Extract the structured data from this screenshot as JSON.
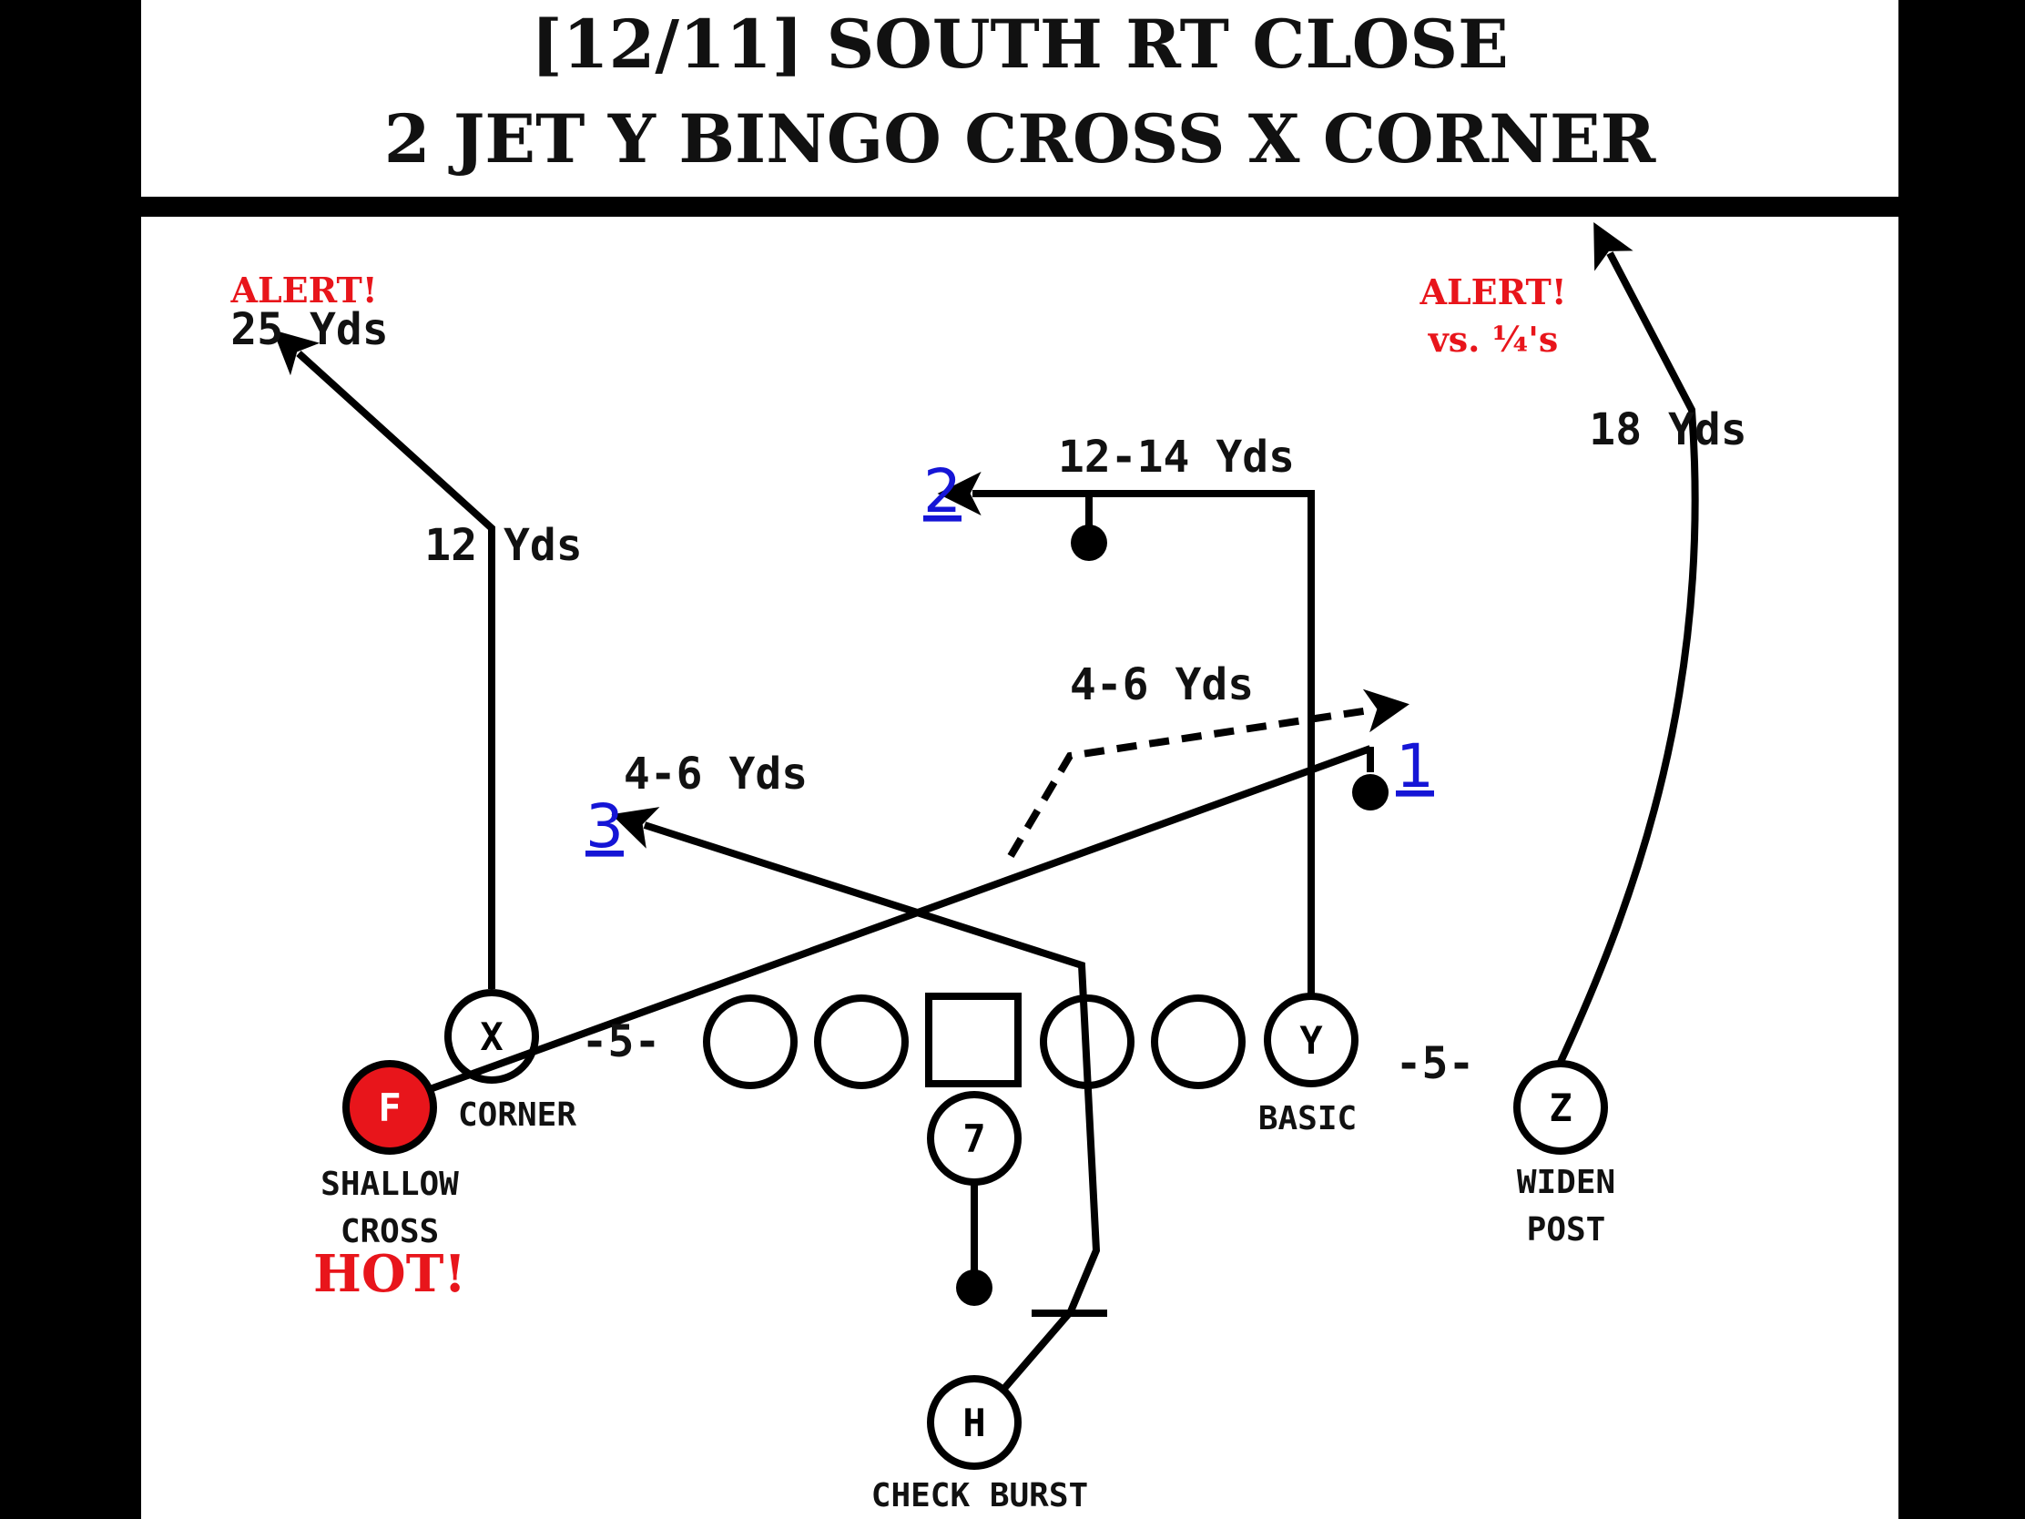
{
  "title": {
    "line1": "[12/11] SOUTH RT CLOSE",
    "line2": "2 JET Y BINGO CROSS X CORNER"
  },
  "colors": {
    "alert": "#e8151b",
    "read_number": "#1515d6",
    "hot_player": "#e8151b",
    "ink": "#000000",
    "paper": "#ffffff"
  },
  "players": {
    "x": "X",
    "y": "Y",
    "z": "Z",
    "f": "F",
    "h": "H",
    "qb": "7"
  },
  "labels": {
    "x_alert": "ALERT!",
    "x_depth": "25 Yds",
    "x_break": "12 Yds",
    "z_alert_1": "ALERT!",
    "z_alert_2": "vs. ¼'s",
    "z_break": "18 Yds",
    "y_depth": "12-14 Yds",
    "f_depth": "4-6 Yds",
    "h_depth": "4-6 Yds",
    "split_left": "-5-",
    "split_right": "-5-",
    "x_route": "CORNER",
    "y_route": "BASIC",
    "z_route_1": "WIDEN",
    "z_route_2": "POST",
    "f_route_1": "SHALLOW",
    "f_route_2": "CROSS",
    "f_hot": "HOT!",
    "h_route": "CHECK BURST"
  },
  "reads": {
    "first": "1",
    "second": "2",
    "third": "3"
  }
}
